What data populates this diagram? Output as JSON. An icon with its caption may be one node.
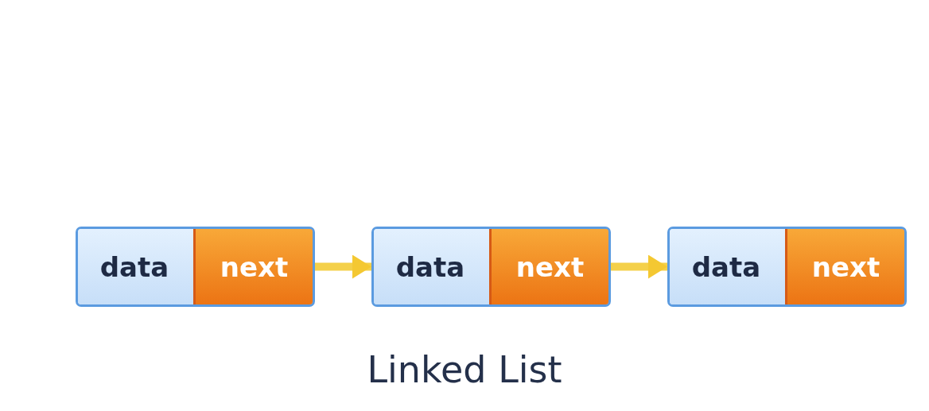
{
  "diagram": {
    "caption": "Linked List",
    "nodes": [
      {
        "text": [],
        "shape": "box"
      },
      {
        "text": [
          "data"
        ],
        "in": 0
      },
      {
        "text": [
          "next"
        ],
        "in": 0
      },
      {
        "text": [],
        "shape": "box"
      },
      {
        "text": [
          "data"
        ],
        "in": 3
      },
      {
        "text": [
          "next"
        ],
        "in": 3
      },
      {
        "text": [],
        "shape": "box"
      },
      {
        "text": [
          "data"
        ],
        "in": 6
      },
      {
        "text": [
          "next"
        ],
        "in": 6
      }
    ],
    "edges": [
      {
        "from": 2,
        "to": 4,
        "arrow": "to"
      },
      {
        "from": 5,
        "to": 7,
        "arrow": "to"
      }
    ]
  }
}
